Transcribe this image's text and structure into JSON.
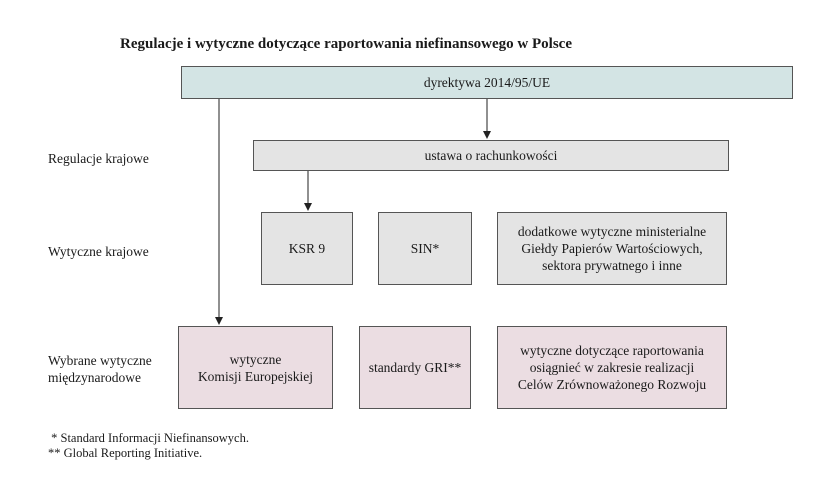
{
  "title": "Regulacje i wytyczne dotyczące raportowania niefinansowego w Polsce",
  "row_labels": {
    "regulacje": "Regulacje krajowe",
    "wytyczne_line1": "Wytyczne krajowe",
    "miedzynarodowe_line1": "Wybrane wytyczne",
    "miedzynarodowe_line2": "międzynarodowe"
  },
  "boxes": {
    "directive": "dyrektywa 2014/95/UE",
    "ustawa": "ustawa o rachunkowości",
    "ksr": "KSR 9",
    "sin": "SIN*",
    "dodatkowe_line1": "dodatkowe wytyczne ministerialne",
    "dodatkowe_line2": "Giełdy Papierów Wartościowych,",
    "dodatkowe_line3": "sektora prywatnego i inne",
    "komisja_line1": "wytyczne",
    "komisja_line2": "Komisji Europejskiej",
    "gri": "standardy GRI**",
    "sdg_line1": "wytyczne dotyczące raportowania",
    "sdg_line2": "osiągnieć w zakresie realizacji",
    "sdg_line3": "Celów Zrównoważonego Rozwoju"
  },
  "footnotes": {
    "note1": " * Standard Informacji Niefinansowych.",
    "note2": "** Global Reporting Initiative."
  }
}
